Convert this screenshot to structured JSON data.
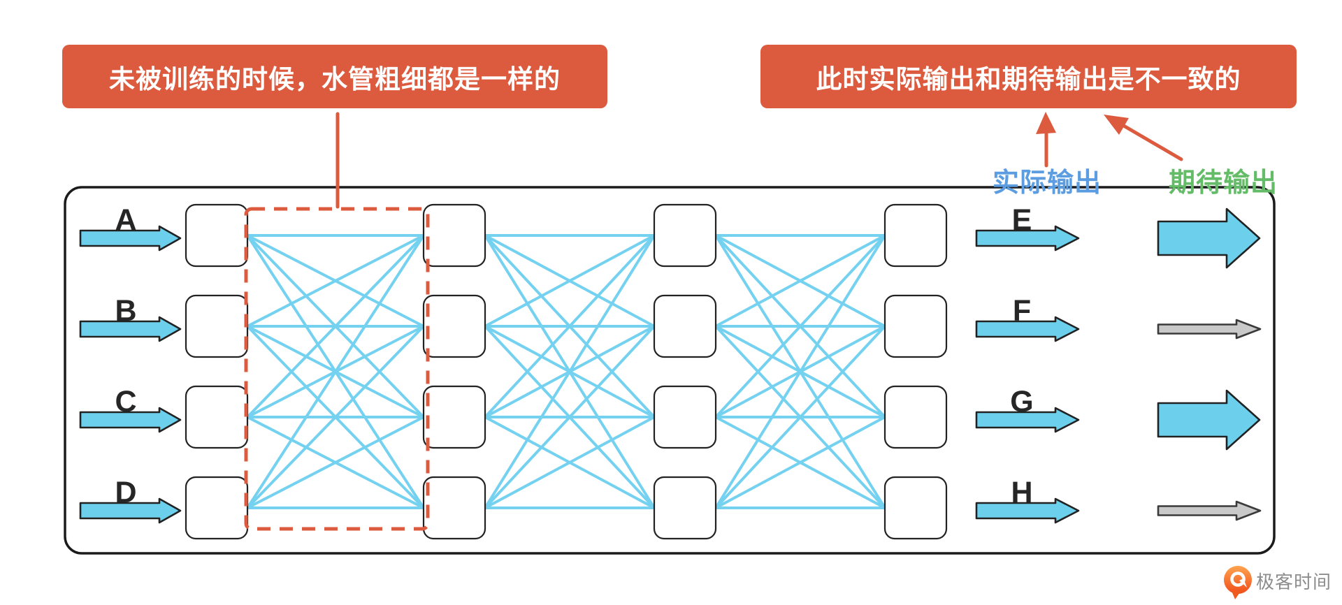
{
  "callouts": {
    "left": "未被训练的时候，水管粗细都是一样的",
    "right": "此时实际输出和期待输出是不一致的"
  },
  "column_labels": {
    "actual": "实际输出",
    "expected": "期待输出"
  },
  "network": {
    "layers": 4,
    "nodes_per_layer": 4,
    "inputs": [
      {
        "label": "A"
      },
      {
        "label": "B"
      },
      {
        "label": "C"
      },
      {
        "label": "D"
      }
    ],
    "outputs": [
      {
        "label": "E",
        "expected": "big"
      },
      {
        "label": "F",
        "expected": "thin"
      },
      {
        "label": "G",
        "expected": "big"
      },
      {
        "label": "H",
        "expected": "thin"
      }
    ]
  },
  "icons": {
    "brand": "geektime-logo-icon"
  },
  "footer": {
    "brand": "极客时间"
  },
  "colors": {
    "accent_orange": "#DC5B3E",
    "pipe_blue": "#6CCFEC",
    "connection_blue": "#74D2F0",
    "gray_arrow": "#C9C9C9",
    "actual_label_blue": "#5B9DE0",
    "expected_label_green": "#64BC68",
    "ink": "#1B1B1B",
    "brand_orange": "#F0551E",
    "brand_text_gray": "#8D8D8D"
  }
}
